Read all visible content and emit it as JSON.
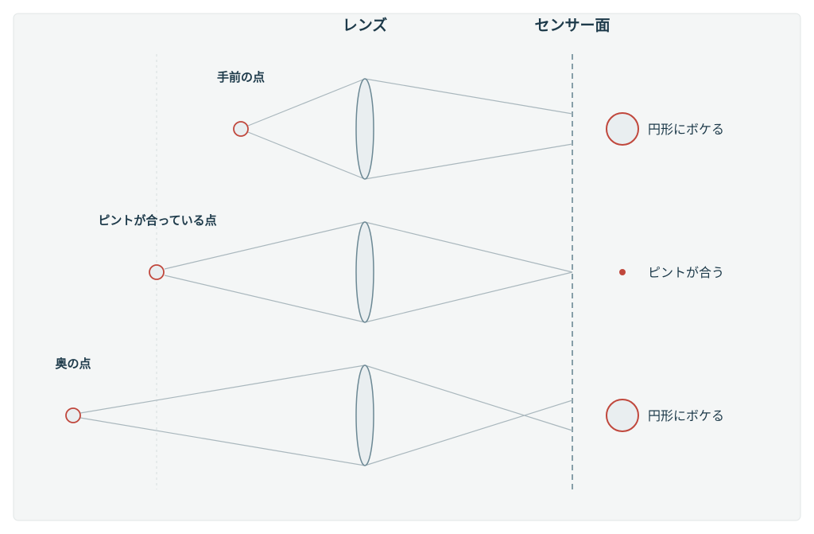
{
  "headers": {
    "lens": "レンズ",
    "sensor": "センサー面"
  },
  "rows": [
    {
      "label": "手前の点",
      "result": "円形にボケる",
      "focus": "front"
    },
    {
      "label": "ピントが合っている点",
      "result": "ピントが合う",
      "focus": "in"
    },
    {
      "label": "奥の点",
      "result": "円形にボケる",
      "focus": "behind"
    }
  ],
  "colors": {
    "accent": "#c0473c",
    "text": "#1d3a4a",
    "ray": "#a9b7bd",
    "lens_stroke": "#6b8894",
    "background": "#f4f6f6"
  }
}
